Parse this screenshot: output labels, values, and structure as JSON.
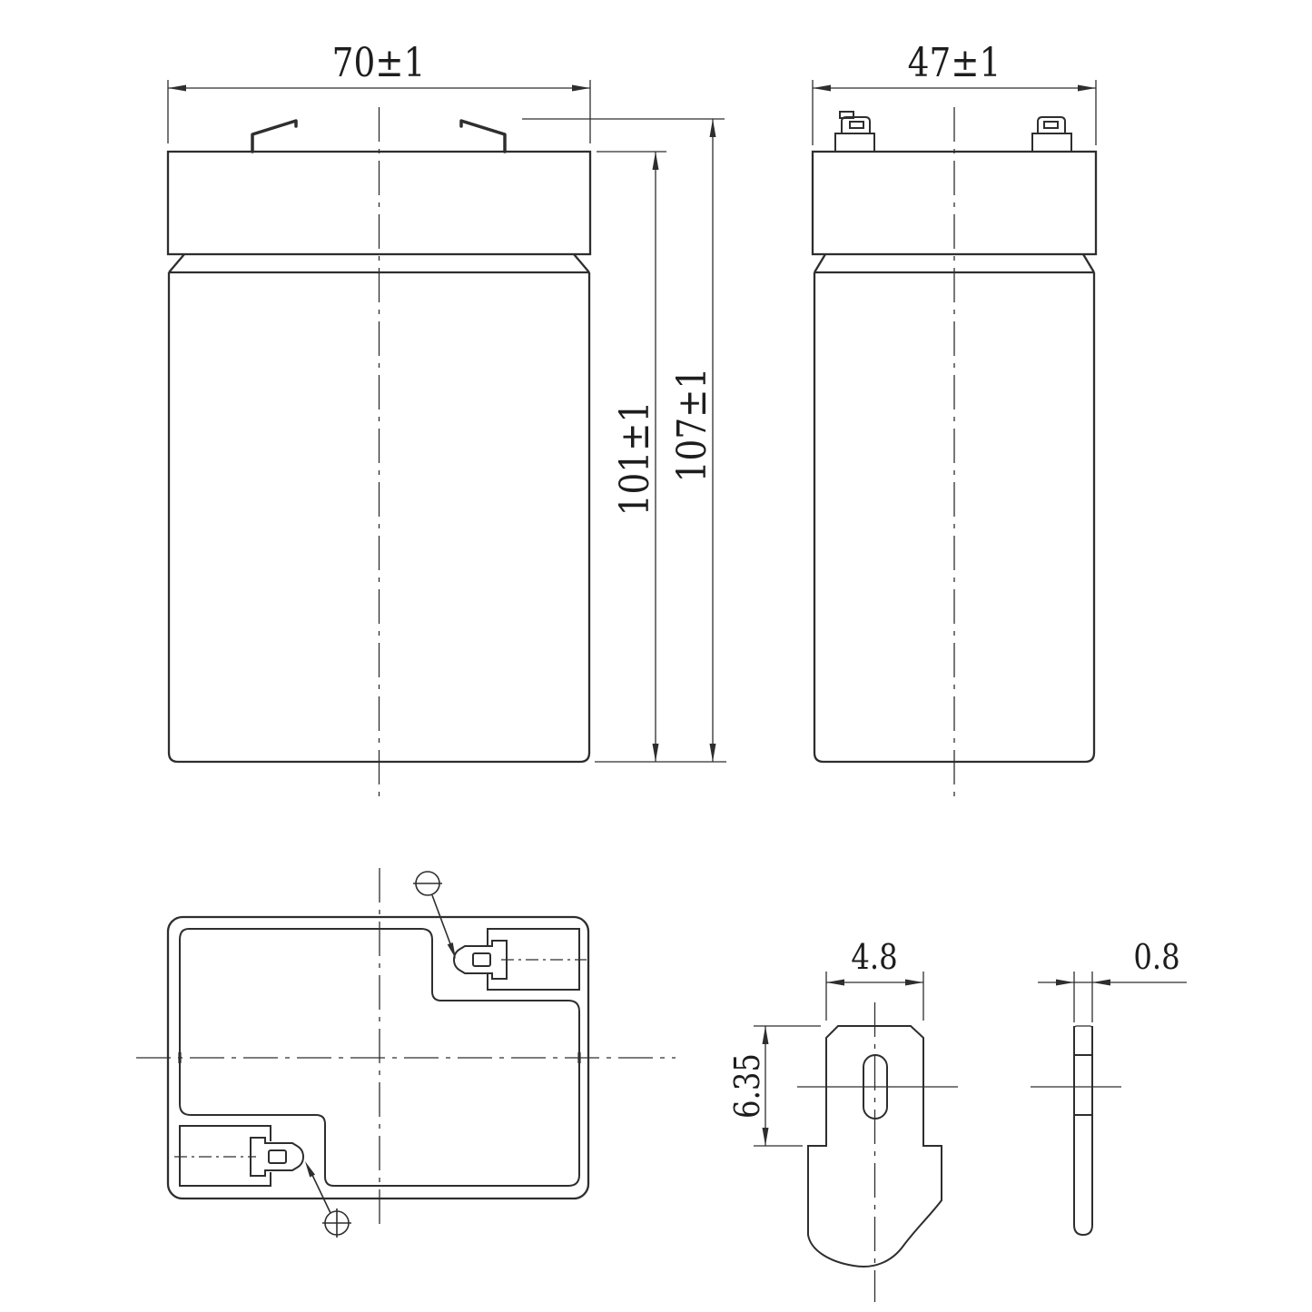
{
  "drawing": {
    "dimensions": {
      "front_width": "70±1",
      "side_depth": "47±1",
      "case_height": "101±1",
      "total_height": "107±1",
      "terminal_blade_width": "4.8",
      "terminal_blade_height": "6.35",
      "terminal_blade_thickness": "0.8"
    },
    "terminal_markers": {
      "negative": "−",
      "positive": "+"
    },
    "colors": {
      "line": "#2e2e2e",
      "background": "#ffffff"
    }
  }
}
